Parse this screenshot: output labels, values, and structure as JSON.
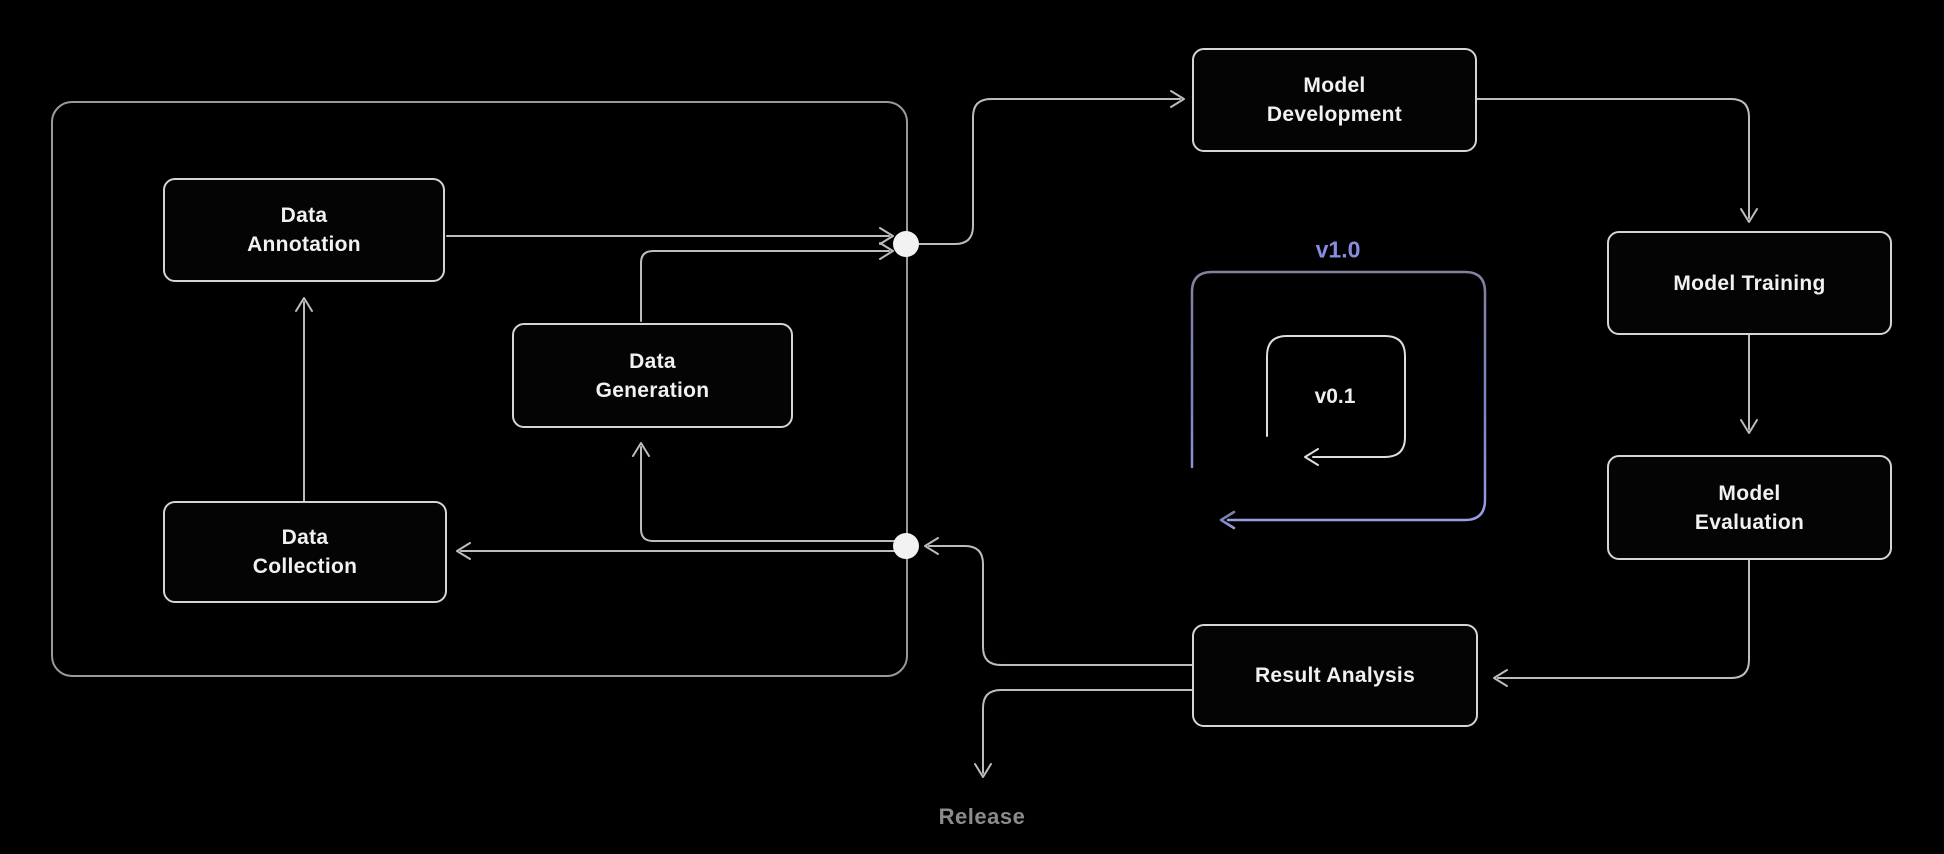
{
  "diagram": {
    "title_hint": "ML development workflow",
    "colors": {
      "background": "#000000",
      "node_border": "#d5d5d5",
      "node_text": "#f1f1f1",
      "connector": "#bdbdbd",
      "container_border": "#9a9a9a",
      "junction_dot": "#f2f2f2",
      "accent_purple": "#878ce0",
      "release_text": "#8b8b8b"
    },
    "nodes": {
      "data_annotation": {
        "line1": "Data",
        "line2": "Annotation"
      },
      "data_generation": {
        "line1": "Data",
        "line2": "Generation"
      },
      "data_collection": {
        "line1": "Data",
        "line2": "Collection"
      },
      "model_development": {
        "line1": "Model",
        "line2": "Development"
      },
      "model_training": {
        "label": "Model Training"
      },
      "model_evaluation": {
        "line1": "Model",
        "line2": "Evaluation"
      },
      "result_analysis": {
        "label": "Result Analysis"
      }
    },
    "loops": {
      "outer_version": "v1.0",
      "inner_version": "v0.1"
    },
    "release_label": "Release"
  }
}
